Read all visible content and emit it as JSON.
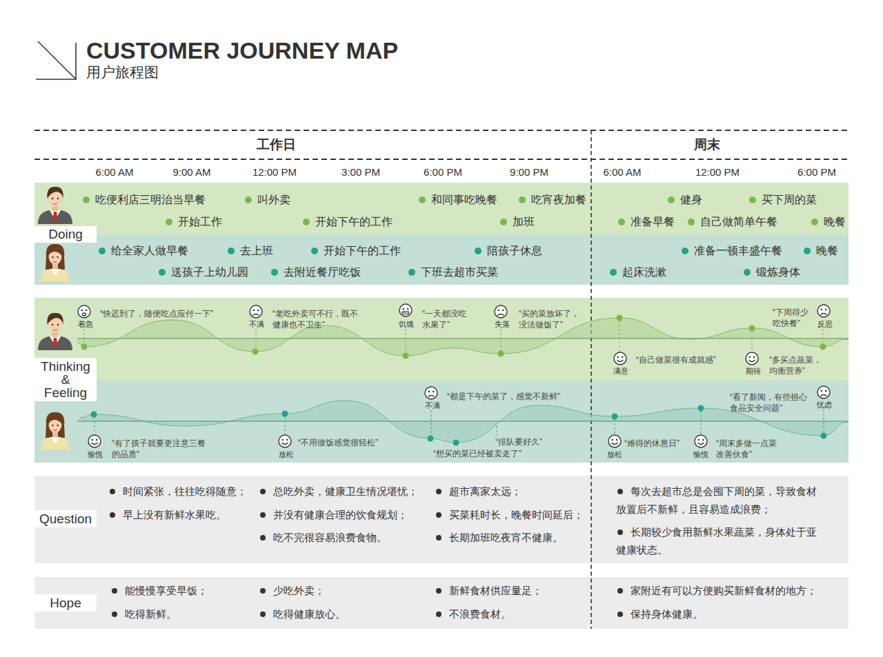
{
  "diagram": {
    "title": "CUSTOMER JOURNEY MAP",
    "nodes": [
      {
        "text": [
          "吃便利店三明治当早餐",
          "叫外卖",
          "和同事吃晚餐",
          "吃宵夜加餐",
          "健身",
          "买下周的菜",
          "开始工作",
          "开始下午的工作",
          "加班",
          "准备早餐",
          "自己做简单午餐",
          "晚餐"
        ]
      },
      {
        "text": [
          "Doing"
        ]
      },
      {
        "text": [
          "给全家人做早餐",
          "去上班",
          "开始下午的工作",
          "陪孩子休息",
          "准备一顿丰盛午餐",
          "晚餐",
          "送孩子上幼儿园",
          "去附近餐厅吃饭",
          "下班去超市买菜",
          "起床洗漱",
          "锻炼身体"
        ]
      },
      {
        "text": [
          "着急",
          "“快迟到了，随便吃点应付一下”",
          "不满",
          "“老吃外卖可不行，既不 健康也不卫生”",
          "饥饿",
          "“一天都没吃 水果了”",
          "失落",
          "“买的菜放坏了， 没法做饭了”",
          "满意",
          "“自己做菜很有成就感”",
          "期待",
          "“多买点蔬菜， 均衡营养”",
          "“下周得少 吃快餐”",
          "反思"
        ]
      },
      {
        "text": [
          "Thinking & Feeling"
        ]
      },
      {
        "text": [
          "愉悦",
          "“有了孩子就要更注意三餐 的品质”",
          "放松",
          "“不用做饭感觉很轻松”",
          "不满",
          "“都是下午的菜了，感觉不新鲜”",
          "“排队要好久”",
          "“想买的菜已经被卖走了”",
          "放松",
          "“难得的休息日”",
          "“看了新闻，有些担心 食品安全问题”",
          "忧虑",
          "愉悦",
          "“周末多做一点菜 改善伙食”"
        ]
      },
      {
        "text": [
          "Question",
          "时间紧张，往往吃得随意；",
          "早上没有新鲜水果吃。",
          "总吃外卖，健康卫生情况堪忧；",
          "并没有健康合理的饮食规划；",
          "吃不完很容易浪费食物。",
          "超市离家太远；",
          "买菜耗时长，晚餐时间延后；",
          "长期加班吃夜宵不健康。",
          "每次去超市总是会囤下周的菜，导致食材 放置后不新鲜，且容易造成浪费；",
          "长期较少食用新鲜水果蔬菜，身体处于亚 健康状态。"
        ]
      },
      {
        "text": [
          "Hope",
          "能慢慢享受早饭；",
          "吃得新鲜。",
          "少吃外卖；",
          "吃得健康放心。",
          "新鲜食材供应量足；",
          "不浪费食材。",
          "家附近有可以方便购买新鲜食材的地方；",
          "保持身体健康。"
        ]
      }
    ],
    "labels": [
      "用户旅程图",
      "工作日",
      "周末",
      "6:00 AM",
      "9:00 AM",
      "12:00 PM",
      "3:00 PM",
      "6:00 PM",
      "9:00 PM",
      "6:00 AM",
      "12:00 PM",
      "6:00 PM"
    ]
  }
}
